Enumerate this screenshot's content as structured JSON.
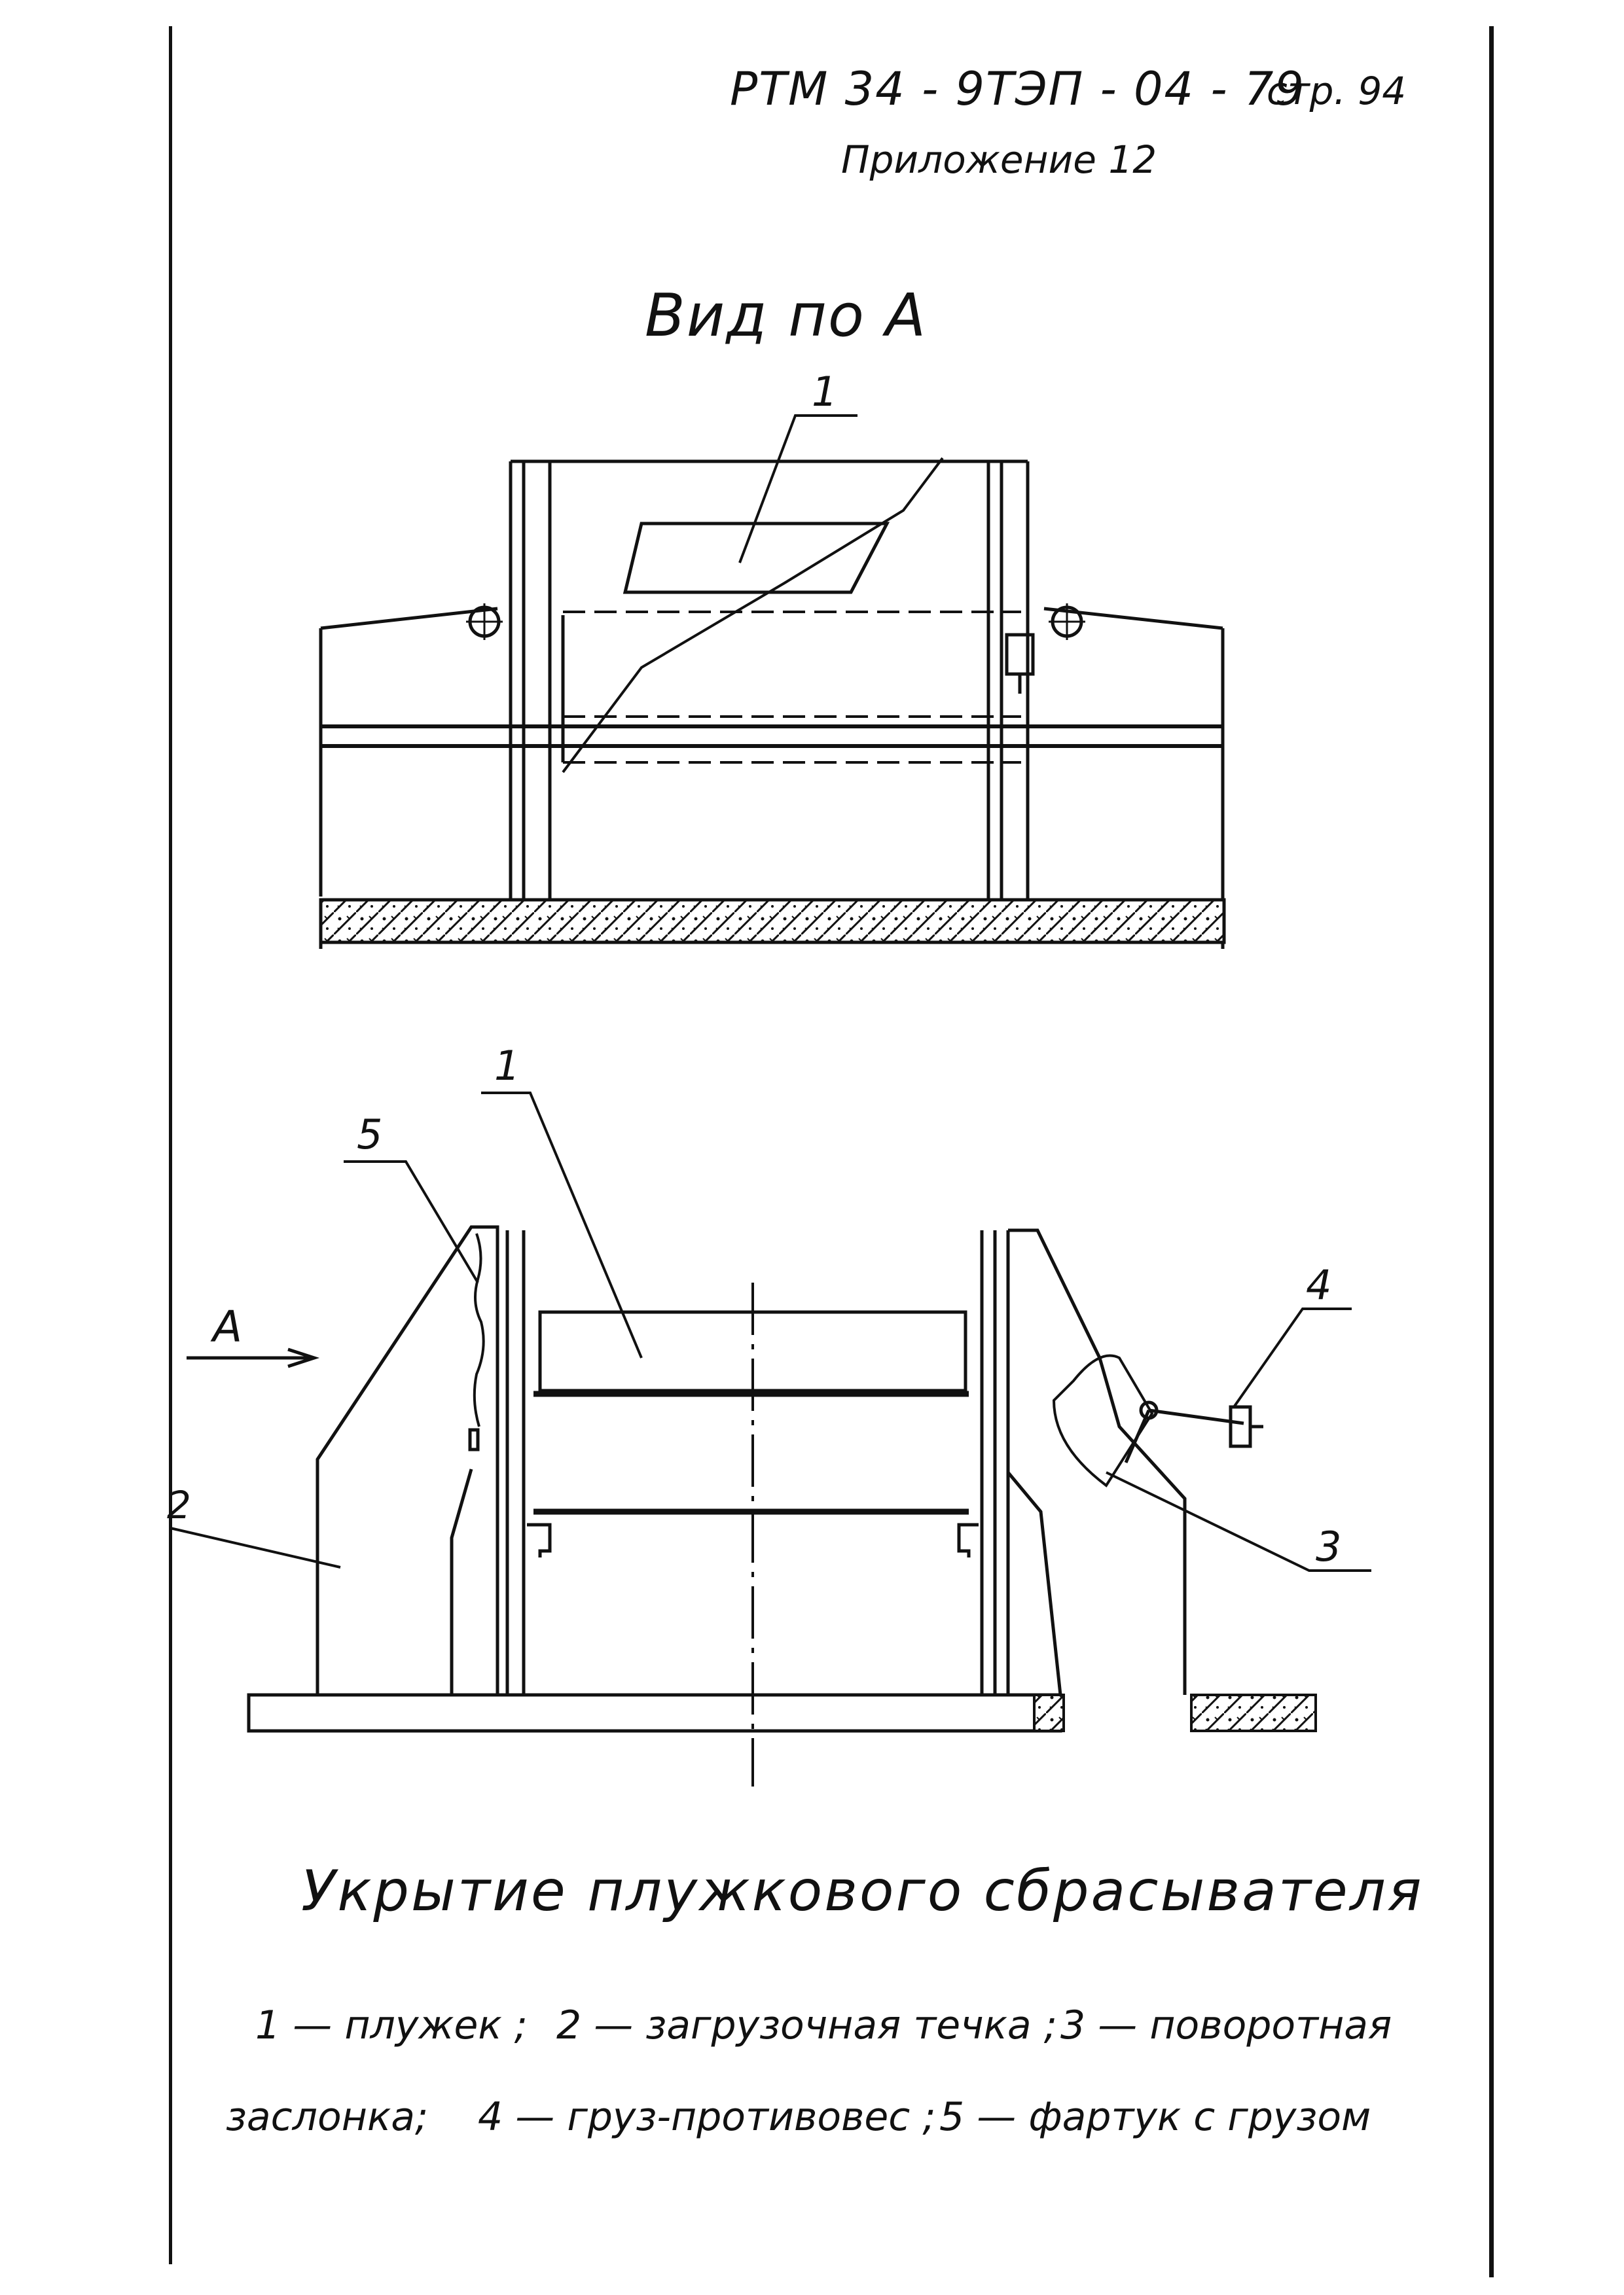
{
  "header": {
    "doc_code": "РТМ 34 - 9ТЭП - 04 - 79",
    "page": "стр. 94",
    "appendix": "Приложение 12"
  },
  "top_view": {
    "title": "Вид по А",
    "callouts": [
      "1"
    ]
  },
  "side_view": {
    "arrow_label": "А",
    "callouts": [
      "1",
      "2",
      "3",
      "4",
      "5"
    ]
  },
  "caption": {
    "title": "Укрытие плужкового сбрасывателя",
    "legend": [
      "1 — плужек ;",
      "2 — загрузочная течка ;",
      "3 — поворотная",
      "заслонка;",
      "4 — груз-противовес ;",
      "5 — фартук с грузом"
    ]
  }
}
